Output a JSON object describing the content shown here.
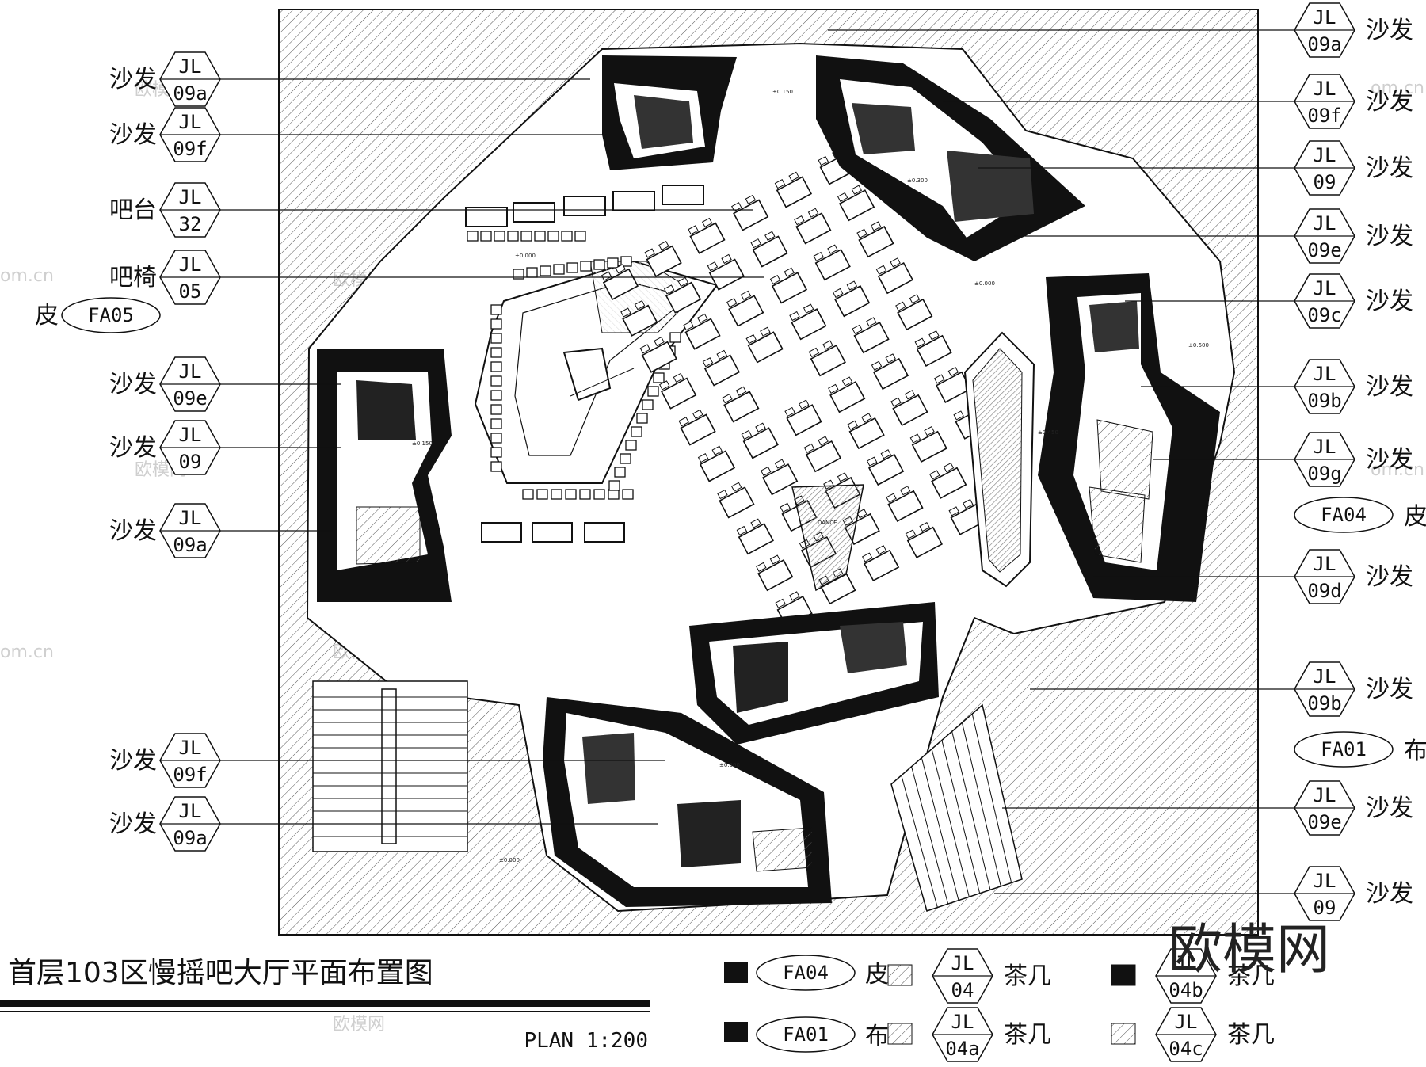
{
  "title": "首层103区慢摇吧大厅平面布置图",
  "scale": "PLAN 1:200",
  "watermark": "欧模网",
  "watermark_small": "欧模网",
  "watermark_url": "om.cn",
  "left_callouts": [
    {
      "name": "沙发",
      "code": "JL",
      "sub": "09a"
    },
    {
      "name": "沙发",
      "code": "JL",
      "sub": "09f"
    },
    {
      "name": "吧台",
      "code": "JL",
      "sub": "32"
    },
    {
      "name": "吧椅",
      "code": "JL",
      "sub": "05"
    },
    {
      "name": "沙发",
      "code": "JL",
      "sub": "09e"
    },
    {
      "name": "沙发",
      "code": "JL",
      "sub": "09"
    },
    {
      "name": "沙发",
      "code": "JL",
      "sub": "09a"
    },
    {
      "name": "沙发",
      "code": "JL",
      "sub": "09f"
    },
    {
      "name": "沙发",
      "code": "JL",
      "sub": "09a"
    }
  ],
  "left_material": {
    "name": "皮",
    "code": "FA05"
  },
  "right_callouts": [
    {
      "name": "沙发",
      "code": "JL",
      "sub": "09a"
    },
    {
      "name": "沙发",
      "code": "JL",
      "sub": "09f"
    },
    {
      "name": "沙发",
      "code": "JL",
      "sub": "09"
    },
    {
      "name": "沙发",
      "code": "JL",
      "sub": "09e"
    },
    {
      "name": "沙发",
      "code": "JL",
      "sub": "09c"
    },
    {
      "name": "沙发",
      "code": "JL",
      "sub": "09b"
    },
    {
      "name": "沙发",
      "code": "JL",
      "sub": "09g"
    },
    {
      "name": "沙发",
      "code": "JL",
      "sub": "09d"
    },
    {
      "name": "沙发",
      "code": "JL",
      "sub": "09b"
    },
    {
      "name": "沙发",
      "code": "JL",
      "sub": "09e"
    },
    {
      "name": "沙发",
      "code": "JL",
      "sub": "09"
    }
  ],
  "right_materials": [
    {
      "name": "皮",
      "code": "FA04"
    },
    {
      "name": "布",
      "code": "FA01"
    }
  ],
  "legend": [
    {
      "swatch": "solid",
      "code": "FA04",
      "name": "皮"
    },
    {
      "swatch": "solid",
      "code": "FA01",
      "name": "布"
    },
    {
      "swatch": "hatch",
      "code": "JL",
      "sub": "04",
      "name": "茶几"
    },
    {
      "swatch": "hatch",
      "code": "JL",
      "sub": "04a",
      "name": "茶几"
    },
    {
      "swatch": "solid",
      "code": "JL",
      "sub": "04b",
      "name": "茶几"
    },
    {
      "swatch": "hatch",
      "code": "JL",
      "sub": "04c",
      "name": "茶几"
    }
  ],
  "plan_labels": {
    "dance": "DANCE",
    "level_0": "±0.000",
    "level_150": "±0.150",
    "level_300": "±0.300",
    "level_450": "±0.450",
    "level_600": "±0.600"
  },
  "colors": {
    "ink": "#111111",
    "hatch": "#555555",
    "paper": "#ffffff"
  }
}
